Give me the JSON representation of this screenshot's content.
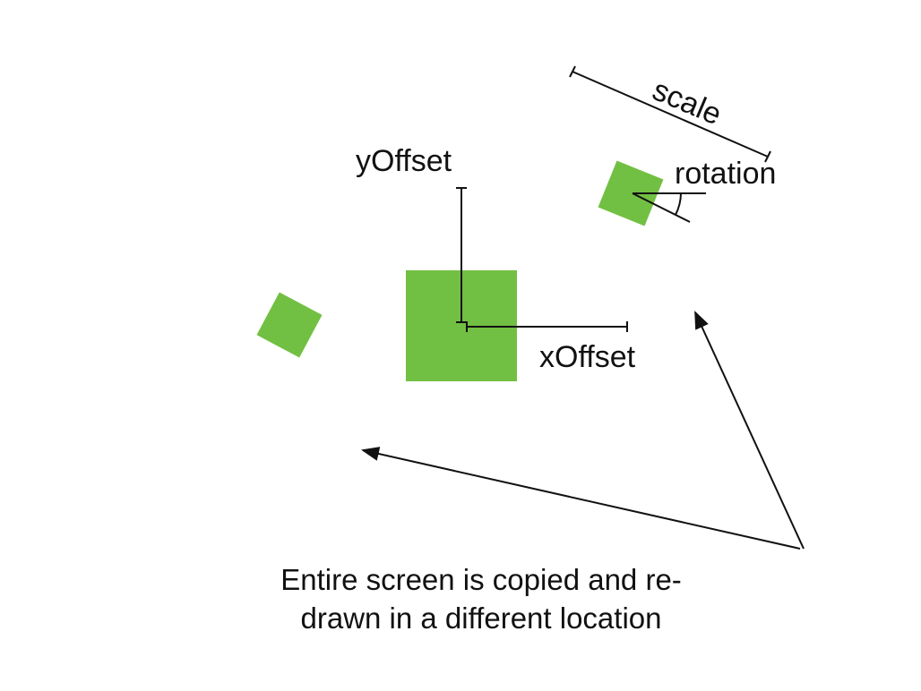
{
  "labels": {
    "scale": "scale",
    "rotation": "rotation",
    "y_offset": "yOffset",
    "x_offset": "xOffset"
  },
  "caption": {
    "line1": "Entire screen is copied and re-",
    "line2": "drawn in a different location"
  },
  "colors": {
    "square_fill": "#72c043",
    "line": "#111111"
  }
}
